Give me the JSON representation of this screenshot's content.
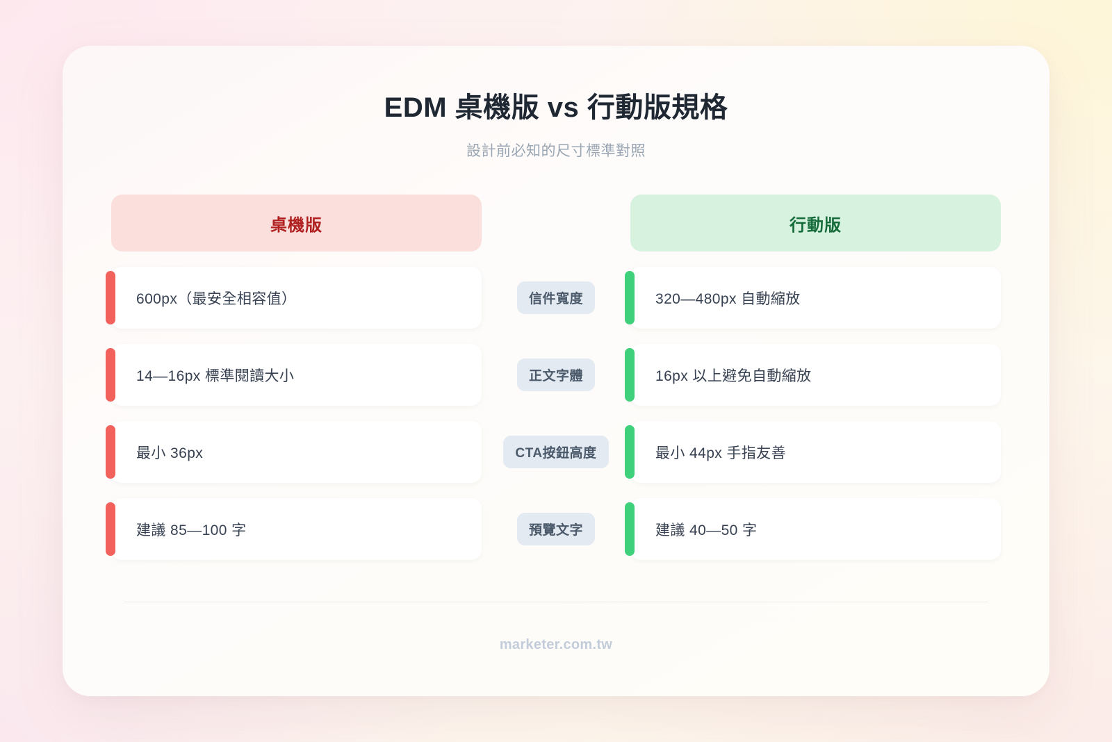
{
  "header": {
    "title": "EDM 桌機版 vs 行動版規格",
    "subtitle": "設計前必知的尺寸標準對照"
  },
  "columns": {
    "desktop_label": "桌機版",
    "mobile_label": "行動版"
  },
  "colors": {
    "desktop_header_bg": "#fbdfdc",
    "desktop_header_text": "#b02020",
    "desktop_accent": "#f2615c",
    "mobile_header_bg": "#d7f2df",
    "mobile_header_text": "#156b39",
    "mobile_accent": "#3ed07a",
    "metric_pill_bg": "#e4eaf1",
    "metric_pill_text": "#4b5a6b",
    "card_bg": "#ffffff",
    "title_text": "#1f2733",
    "subtitle_text": "#9aa6b4",
    "brand_text": "#c3ccdb"
  },
  "rows": [
    {
      "metric": "信件寬度",
      "desktop": "600px（最安全相容值）",
      "mobile": "320—480px 自動縮放"
    },
    {
      "metric": "正文字體",
      "desktop": "14—16px 標準閱讀大小",
      "mobile": "16px 以上避免自動縮放"
    },
    {
      "metric": "CTA按鈕高度",
      "desktop": "最小 36px",
      "mobile": "最小 44px 手指友善"
    },
    {
      "metric": "預覽文字",
      "desktop": "建議 85—100 字",
      "mobile": "建議 40—50 字"
    }
  ],
  "footer": {
    "brand": "marketer.com.tw"
  }
}
